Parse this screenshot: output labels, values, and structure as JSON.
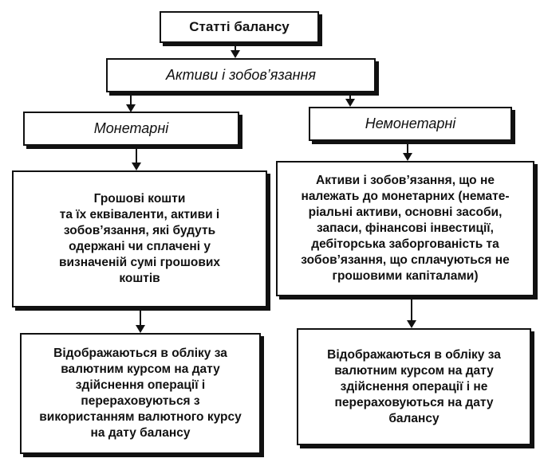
{
  "diagram": {
    "root": "Статті балансу",
    "level1": "Активи і зобов’язання",
    "left": {
      "category": "Монетарні",
      "description": "Грошові кошти\nта їх еквіваленти, активи і\nзобов’язання, які будуть\nодержані чи сплачені у\nвизначеній сумі грошових\nкоштів",
      "treatment": "Відображаються в обліку за\nвалютним курсом на дату\nздійснення операції і\nперераховуються з\nвикористанням валютного курсу\nна дату балансу"
    },
    "right": {
      "category": "Немонетарні",
      "description": "Активи і зобов’язання, що не\nналежать до монетарних (немате-\nріальні активи, основні засоби,\nзапаси, фінансові інвестиції,\nдебіторська заборгованість та\nзобов’язання, що сплачуються не\nгрошовими капіталами)",
      "treatment": "Відображаються в обліку за\nвалютним курсом на дату\nздійснення операції і не\nперераховуються на дату\nбалансу"
    }
  }
}
